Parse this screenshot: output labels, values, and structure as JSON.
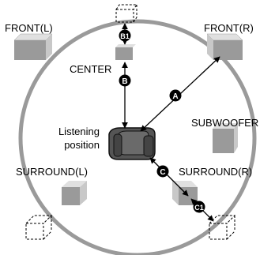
{
  "labels": {
    "front_l": "FRONT(L)",
    "front_r": "FRONT(R)",
    "center": "CENTER",
    "listening_line1": "Listening",
    "listening_line2": "position",
    "subwoofer": "SUBWOOFER",
    "surround_l": "SURROUND(L)",
    "surround_r": "SURROUND(R)"
  },
  "markers": {
    "a": "A",
    "b": "B",
    "b1": "B1",
    "c": "C",
    "c1": "C1"
  },
  "colors": {
    "circle": "#9a9a9a",
    "speaker_front": "#9a9a9a",
    "speaker_side": "#c8c8c8",
    "speaker_top": "#e0e0e0",
    "marker_fill": "#000000",
    "marker_text": "#ffffff"
  }
}
